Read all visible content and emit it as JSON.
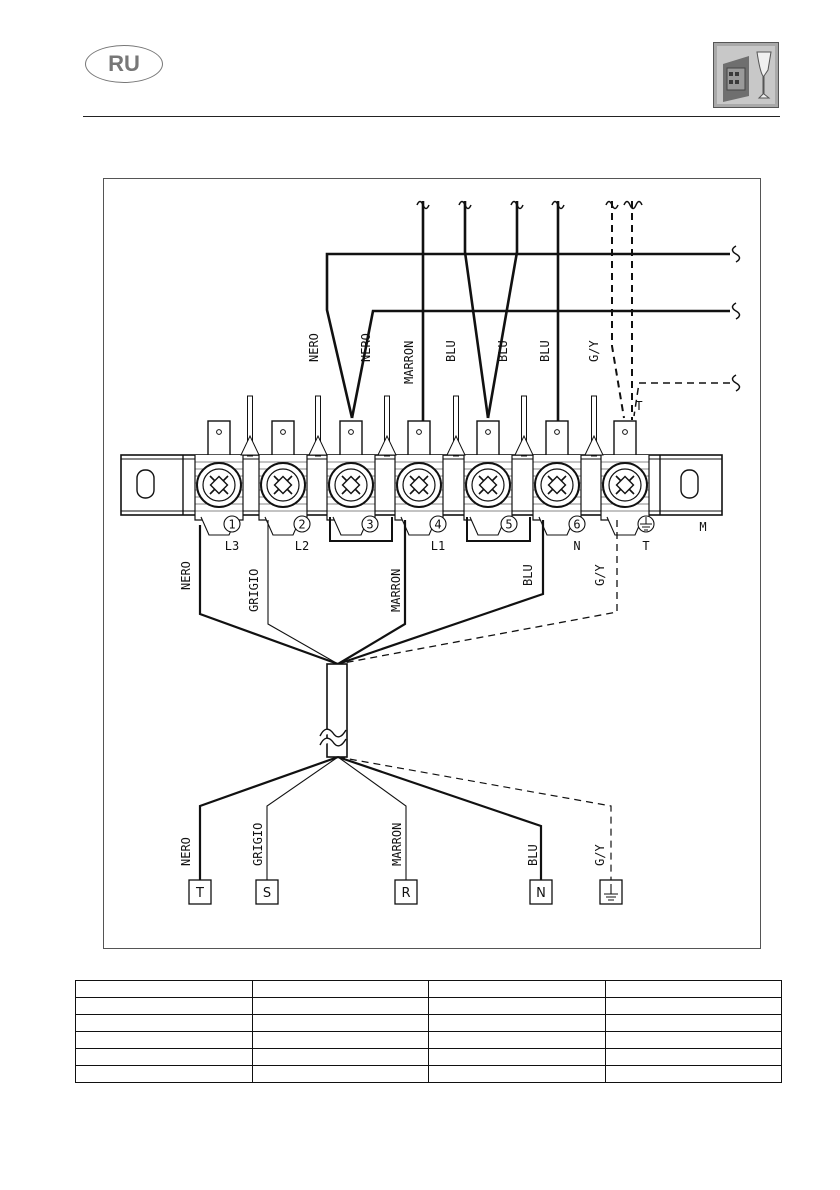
{
  "header": {
    "language_badge": "RU",
    "section_icon": "appliance-wine-glass-icon"
  },
  "diagram": {
    "upper_wires": [
      "NERO",
      "NERO",
      "MARRON",
      "BLU",
      "BLU",
      "BLU",
      "G/Y"
    ],
    "earth_wire_tag": "T",
    "terminal_numbers": [
      "1",
      "2",
      "3",
      "4",
      "5",
      "6"
    ],
    "terminal_phase_labels": [
      "L3",
      "L2",
      "L1",
      "N",
      "T"
    ],
    "block_label": "M",
    "inner_cable_wires": [
      "NERO",
      "GRIGIO",
      "MARRON",
      "BLU",
      "G/Y"
    ],
    "outer_cable_wires": [
      "NERO",
      "GRIGIO",
      "MARRON",
      "BLU",
      "G/Y"
    ],
    "supply_terminals": [
      "T",
      "S",
      "R",
      "N"
    ],
    "supply_earth_icon": "ground-icon"
  },
  "table": {
    "rows": 6,
    "cols": 4
  }
}
